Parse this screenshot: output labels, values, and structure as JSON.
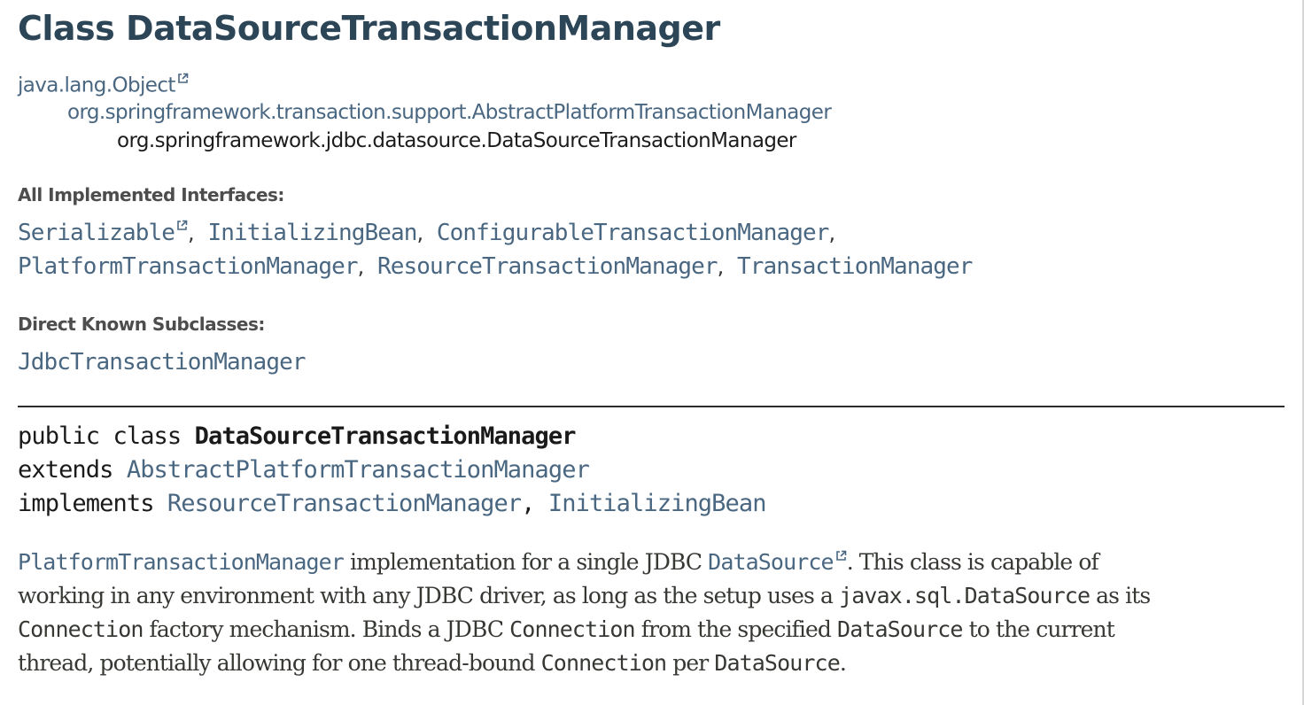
{
  "title": "Class DataSourceTransactionManager",
  "hierarchy": {
    "root": "java.lang.Object",
    "parent": "org.springframework.transaction.support.AbstractPlatformTransactionManager",
    "current": "org.springframework.jdbc.datasource.DataSourceTransactionManager"
  },
  "interfaces": {
    "label": "All Implemented Interfaces:",
    "items": [
      "Serializable",
      "InitializingBean",
      "ConfigurableTransactionManager",
      "PlatformTransactionManager",
      "ResourceTransactionManager",
      "TransactionManager"
    ],
    "separator": ","
  },
  "subclasses": {
    "label": "Direct Known Subclasses:",
    "items": [
      "JdbcTransactionManager"
    ]
  },
  "signature": {
    "line1_prefix": "public class ",
    "class_name": "DataSourceTransactionManager",
    "line2_prefix": "extends ",
    "extends": "AbstractPlatformTransactionManager",
    "line3_prefix": "implements ",
    "implements": [
      "ResourceTransactionManager",
      "InitializingBean"
    ],
    "implements_separator": ", "
  },
  "description": {
    "r1_link1": "PlatformTransactionManager",
    "r1_t1": " implementation for a single JDBC ",
    "r1_link2": "DataSource",
    "r1_t2": ". This class is capable of",
    "r2_t1": "working in any environment with any JDBC driver, as long as the setup uses a ",
    "r2_code1": "javax.sql.DataSource",
    "r2_t2": " as its",
    "r3_code1": "Connection",
    "r3_t1": " factory mechanism. Binds a JDBC ",
    "r3_code2": "Connection",
    "r3_t2": " from the specified ",
    "r3_code3": "DataSource",
    "r3_t3": " to the current",
    "r4_t1": "thread, potentially allowing for one thread-bound ",
    "r4_code1": "Connection",
    "r4_t2": " per ",
    "r4_code2": "DataSource",
    "r4_t3": "."
  },
  "icons": {
    "external_link": "external-link-icon"
  },
  "colors": {
    "title": "#2c4557",
    "link": "#4a6782",
    "text": "#353833",
    "rule": "#2d2d2d"
  }
}
